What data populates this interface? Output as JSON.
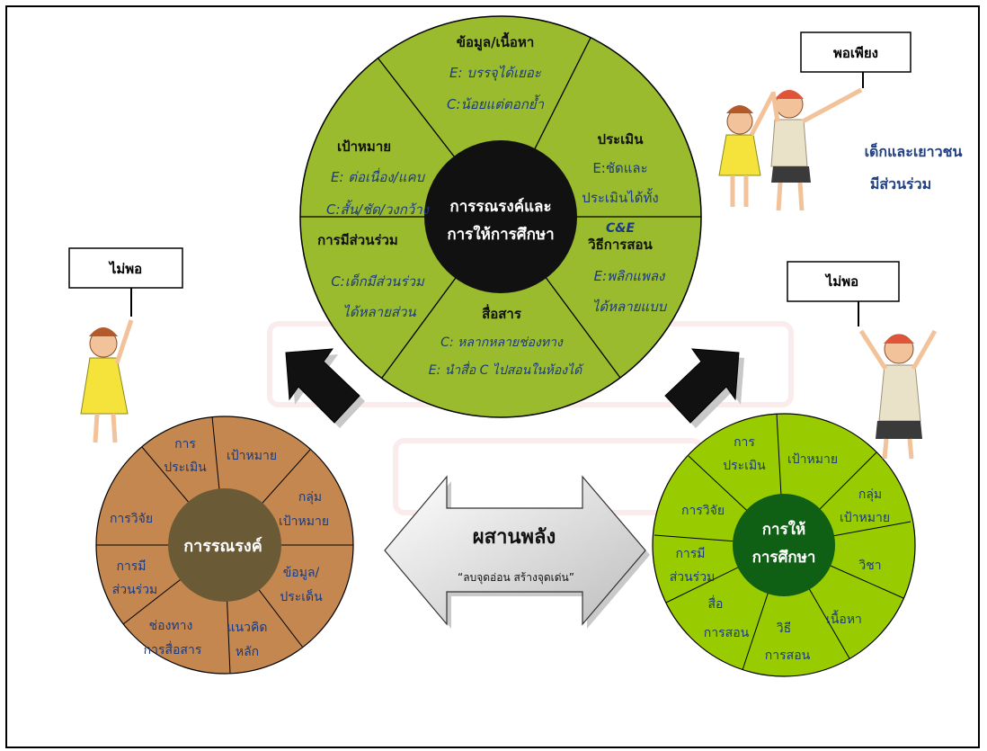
{
  "top_wheel": {
    "center": [
      "การรณรงค์และ",
      "การให้การศึกษา"
    ],
    "segments": {
      "content": {
        "title": "ข้อมูล/เนื้อหา",
        "lines": [
          "E: บรรจุได้เยอะ",
          "C:น้อยแต่ตอกย้ำ"
        ]
      },
      "evaluation": {
        "title": "ประเมิน",
        "lines": [
          "E:ชัดและ",
          "ประเมินได้ทั้ง",
          "C&E"
        ]
      },
      "goal": {
        "title": "เป้าหมาย",
        "lines": [
          "E: ต่อเนื่อง/แคบ",
          "C:สั้น/ชัด/วงกว้าง"
        ]
      },
      "participation": {
        "title": "การมีส่วนร่วม",
        "lines": [
          "C:เด็กมีส่วนร่วม",
          "ได้หลายส่วน"
        ]
      },
      "teaching": {
        "title": "วิธีการสอน",
        "lines": [
          "E:พลิกแพลง",
          "ได้หลายแบบ"
        ]
      },
      "media": {
        "title": "สื่อสาร",
        "lines": [
          "C: หลากหลายช่องทาง",
          "E: นำสื่อ C ไปสอนในห้องได้"
        ]
      }
    }
  },
  "left_wheel": {
    "center": "การรณรงค์",
    "segments": {
      "s1": [
        "การ",
        "ประเมิน"
      ],
      "s2": [
        "เป้าหมาย"
      ],
      "s3": [
        "กลุ่ม",
        "เป้าหมาย"
      ],
      "s4": [
        "ข้อมูล/",
        "ประเด็น"
      ],
      "s5": [
        "แนวคิด",
        "หลัก"
      ],
      "s6": [
        "ช่องทาง",
        "การสื่อสาร"
      ],
      "s7": [
        "การมี",
        "ส่วนร่วม"
      ],
      "s8": [
        "การวิจัย"
      ]
    }
  },
  "right_wheel": {
    "center": [
      "การให้",
      "การศึกษา"
    ],
    "segments": {
      "s1": [
        "การ",
        "ประเมิน"
      ],
      "s2": [
        "เป้าหมาย"
      ],
      "s3": [
        "กลุ่ม",
        "เป้าหมาย"
      ],
      "s4": [
        "วิชา"
      ],
      "s5": [
        "เนื้อหา"
      ],
      "s6": [
        "วิธี",
        "การสอน"
      ],
      "s7": [
        "สื่อ",
        "การสอน"
      ],
      "s8": [
        "การมี",
        "ส่วนร่วม"
      ],
      "s9": [
        "การวิจัย"
      ]
    }
  },
  "center_arrow": {
    "title": "ผสานพลัง",
    "subtitle": "“ลบจุดอ่อน สร้างจุดเด่น”"
  },
  "signs": {
    "top_right": "พอเพียง",
    "left": "ไม่พอ",
    "right": "ไม่พอ"
  },
  "caption_youth": [
    "เด็กและเยาวชน",
    "มีส่วนร่วม"
  ],
  "colors": {
    "top_wheel": "#9bbb2e",
    "top_center": "#111111",
    "left_wheel": "#c4874f",
    "left_center": "#6b5a36",
    "right_wheel": "#99cc00",
    "right_center": "#0f5f14",
    "top_text": "#1a3a80",
    "watermark": "#f0c8c8"
  }
}
